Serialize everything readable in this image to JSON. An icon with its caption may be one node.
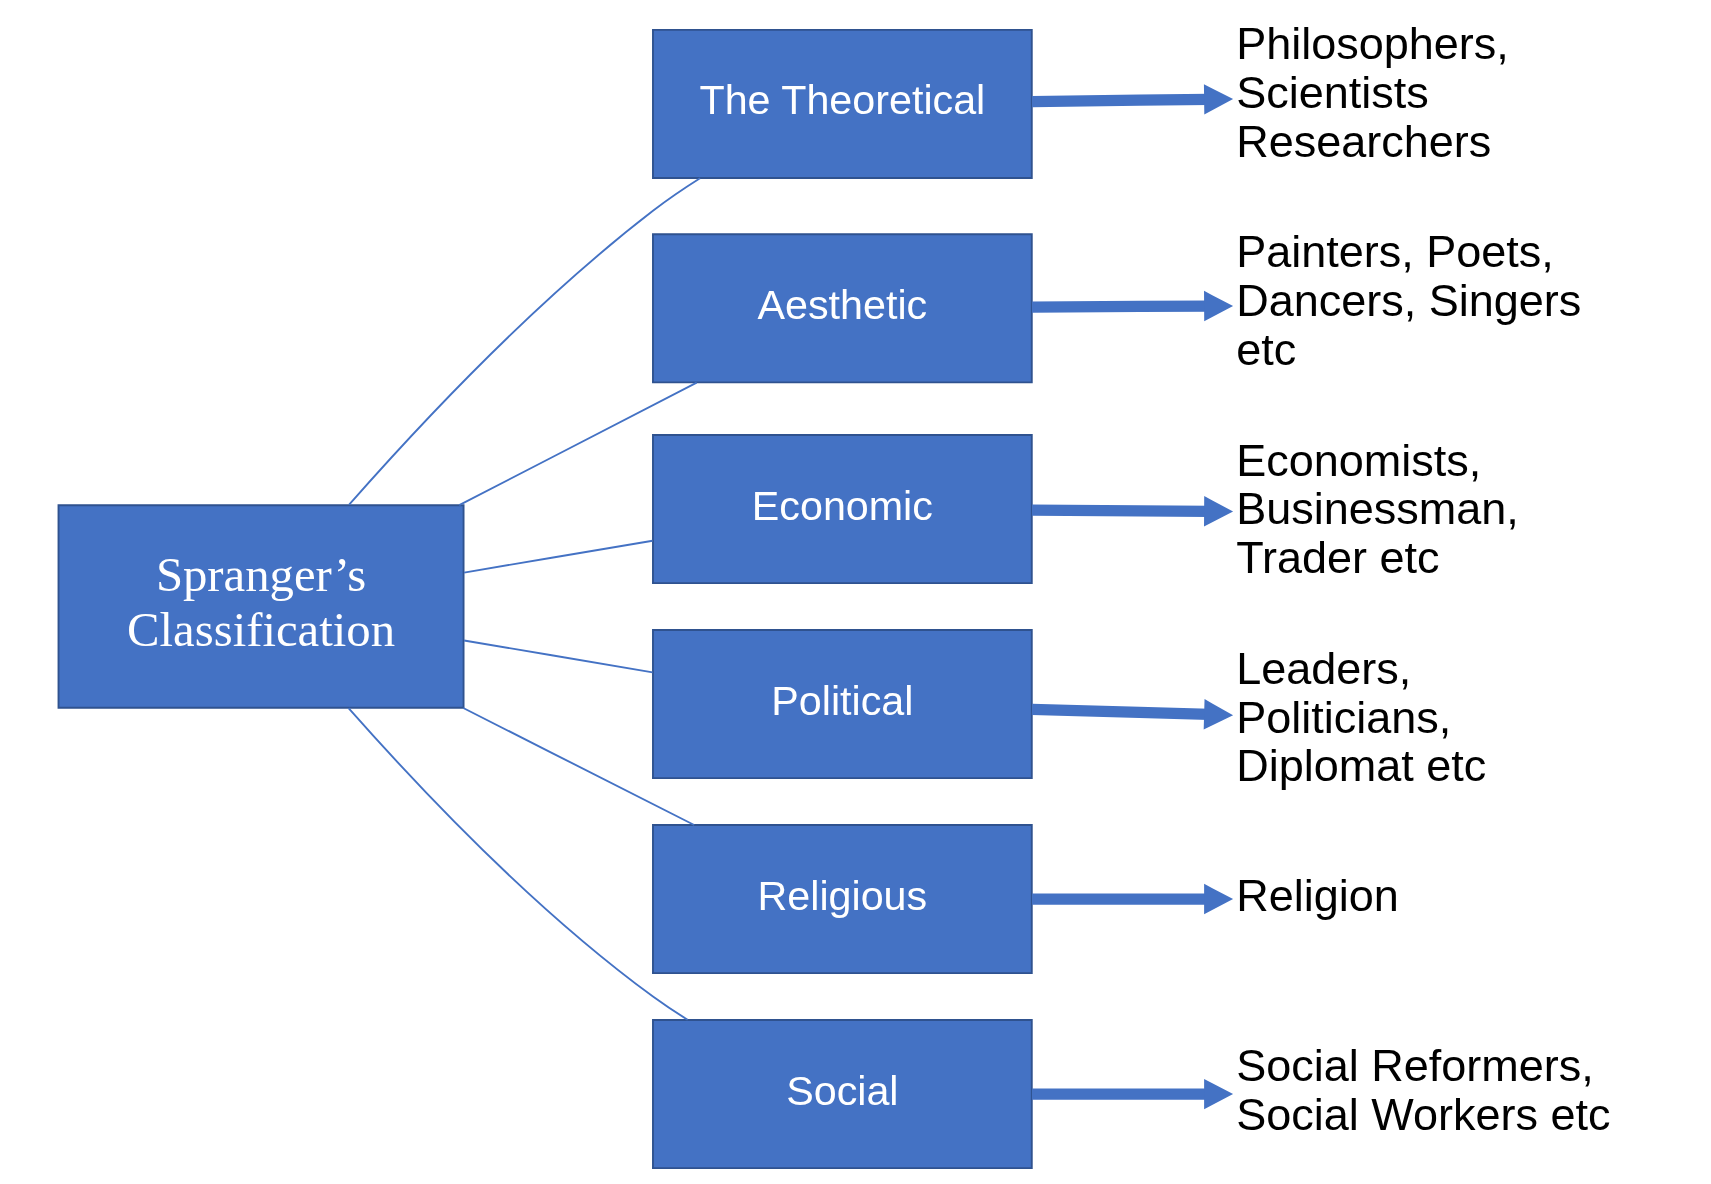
{
  "diagram": {
    "nodes": [
      {
        "text": [
          "Spranger’s Classification"
        ]
      },
      {
        "text": [
          "The Theoretical"
        ]
      },
      {
        "text": [
          "Aesthetic"
        ]
      },
      {
        "text": [
          "Economic"
        ]
      },
      {
        "text": [
          "Political"
        ]
      },
      {
        "text": [
          "Religious"
        ]
      },
      {
        "text": [
          "Social"
        ]
      },
      {
        "text": [
          "Philosophers, Scientists Researchers"
        ]
      },
      {
        "text": [
          "Painters, Poets, Dancers, Singers etc"
        ]
      },
      {
        "text": [
          "Economists, Businessman, Trader etc"
        ]
      },
      {
        "text": [
          "Leaders, Politicians, Diplomat etc"
        ]
      },
      {
        "text": [
          "Religion"
        ]
      },
      {
        "text": [
          "Social Reformers, Social Workers etc"
        ]
      }
    ],
    "edges": [
      {
        "from": 0,
        "to": 1,
        "arrow": "none"
      },
      {
        "from": 0,
        "to": 2,
        "arrow": "none"
      },
      {
        "from": 0,
        "to": 3,
        "arrow": "none"
      },
      {
        "from": 0,
        "to": 4,
        "arrow": "none"
      },
      {
        "from": 0,
        "to": 5,
        "arrow": "none"
      },
      {
        "from": 0,
        "to": 6,
        "arrow": "none"
      },
      {
        "from": 1,
        "to": 7,
        "arrow": "to",
        "style": "thick"
      },
      {
        "from": 2,
        "to": 8,
        "arrow": "to",
        "style": "thick"
      },
      {
        "from": 3,
        "to": 9,
        "arrow": "to",
        "style": "thick"
      },
      {
        "from": 4,
        "to": 10,
        "arrow": "to",
        "style": "thick"
      },
      {
        "from": 5,
        "to": 11,
        "arrow": "to",
        "style": "thick"
      },
      {
        "from": 6,
        "to": 12,
        "arrow": "to",
        "style": "thick"
      }
    ]
  }
}
